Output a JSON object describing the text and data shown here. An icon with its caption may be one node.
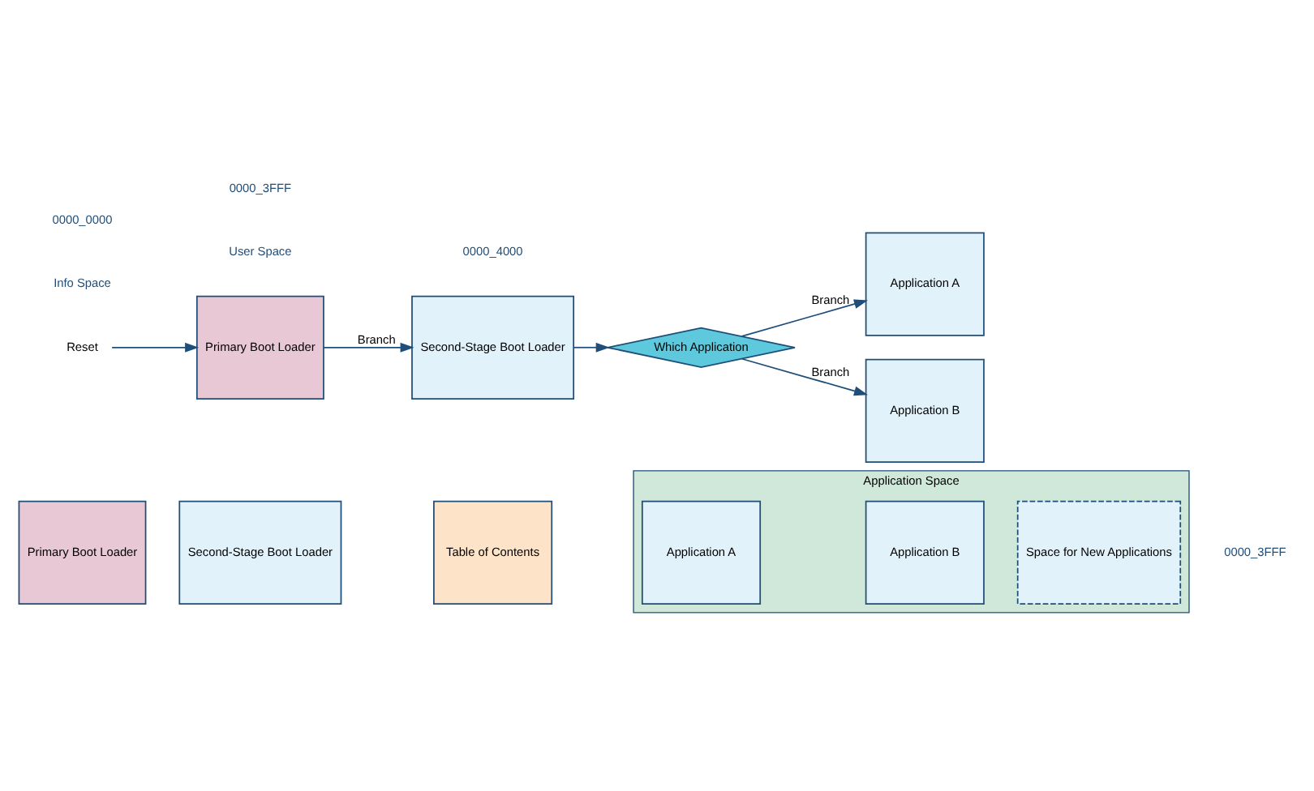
{
  "diagram": {
    "nodes": [
      {
        "text": [
          "Primary Boot Loader"
        ]
      },
      {
        "text": [
          "Second-Stage Boot Loader"
        ]
      },
      {
        "text": [
          "Table of Contents"
        ]
      },
      {
        "text": [
          "Application Space"
        ]
      },
      {
        "text": [
          "Application A"
        ],
        "in": 3
      },
      {
        "text": [
          "Application B"
        ],
        "in": 3
      },
      {
        "text": [
          "Space for New Applications"
        ],
        "in": 3
      },
      {
        "text": [
          "Reset"
        ]
      },
      {
        "text": [
          "Primary Boot Loader"
        ]
      },
      {
        "text": [
          "Second-Stage Boot Loader"
        ]
      },
      {
        "text": [
          "Which Application"
        ]
      },
      {
        "text": [
          "Application A"
        ]
      },
      {
        "text": [
          "Application B"
        ]
      }
    ],
    "edges": [
      {
        "from": 7,
        "to": 8,
        "arrow": "to"
      },
      {
        "from": 8,
        "to": 9,
        "arrow": "to",
        "label": "Branch"
      },
      {
        "from": 9,
        "to": 10,
        "arrow": "to"
      },
      {
        "from": 10,
        "to": 11,
        "arrow": "to",
        "label": "Branch"
      },
      {
        "from": 10,
        "to": 12,
        "arrow": "to",
        "label": "Branch"
      }
    ],
    "labels": [
      "Info Space",
      "User Space",
      "0000_0000",
      "0000_3FFF",
      "0000_4000",
      "0000_3FFF"
    ]
  }
}
